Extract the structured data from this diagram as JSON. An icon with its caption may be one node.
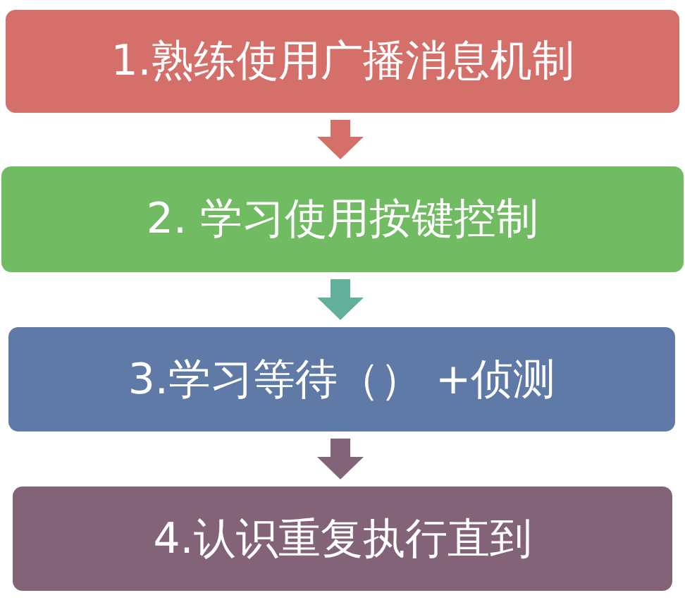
{
  "diagram": {
    "nodes": [
      {
        "text": [
          "1.熟练使用广播消息机制"
        ]
      },
      {
        "text": [
          "2. 学习使用按键控制"
        ]
      },
      {
        "text": [
          "3.学习等待（） +侦测"
        ]
      },
      {
        "text": [
          "4.认识重复执行直到"
        ]
      }
    ],
    "edges": [
      {
        "from": 0,
        "to": 1,
        "arrow": "to",
        "color": "#d46f6a"
      },
      {
        "from": 1,
        "to": 2,
        "arrow": "to",
        "color": "#62b09a"
      },
      {
        "from": 2,
        "to": 3,
        "arrow": "to",
        "color": "#836377"
      }
    ]
  }
}
